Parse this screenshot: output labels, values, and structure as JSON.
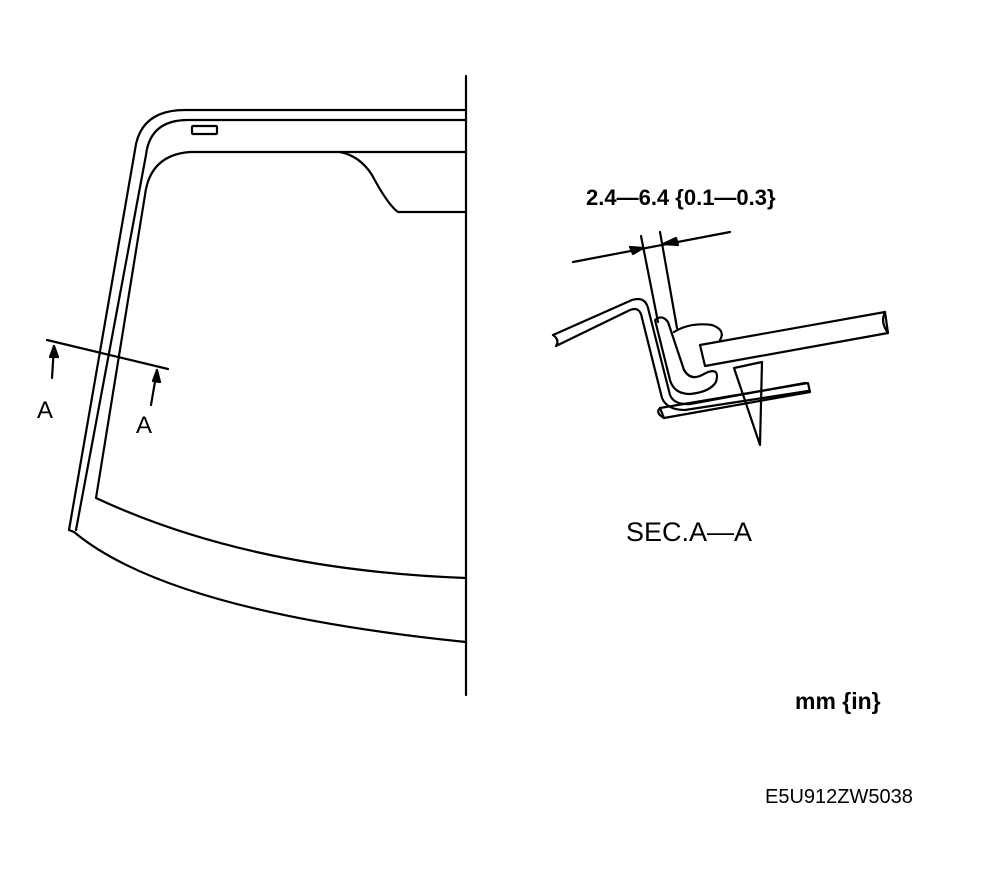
{
  "section_marker_left": "A",
  "section_marker_right": "A",
  "dimension_label": "2.4—6.4 {0.1—0.3}",
  "section_title": "SEC.A—A",
  "units_note": "mm {in}",
  "figure_code": "E5U912ZW5038"
}
